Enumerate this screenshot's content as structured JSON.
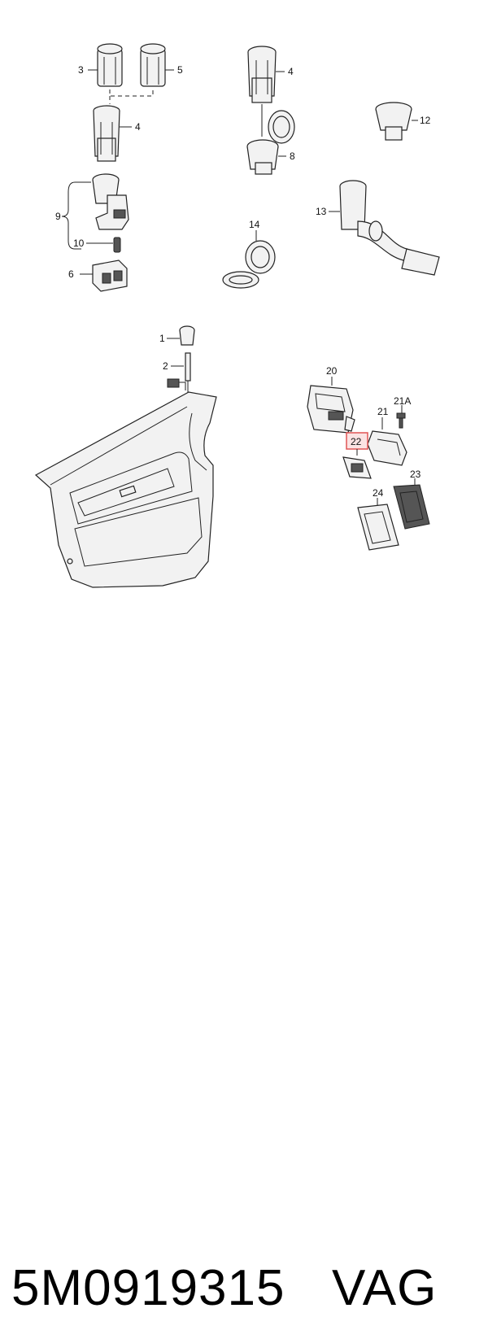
{
  "callouts": {
    "c1": "1",
    "c2": "2",
    "c3": "3",
    "c4a": "4",
    "c4b": "4",
    "c5": "5",
    "c6": "6",
    "c8": "8",
    "c9": "9",
    "c10": "10",
    "c12": "12",
    "c13": "13",
    "c14": "14",
    "c20": "20",
    "c21": "21",
    "c21a": "21A",
    "c22": "22",
    "c23": "23",
    "c24": "24"
  },
  "highlight_color": "#e05555",
  "caption": {
    "part_number": "5M0919315",
    "brand": "VAG"
  }
}
